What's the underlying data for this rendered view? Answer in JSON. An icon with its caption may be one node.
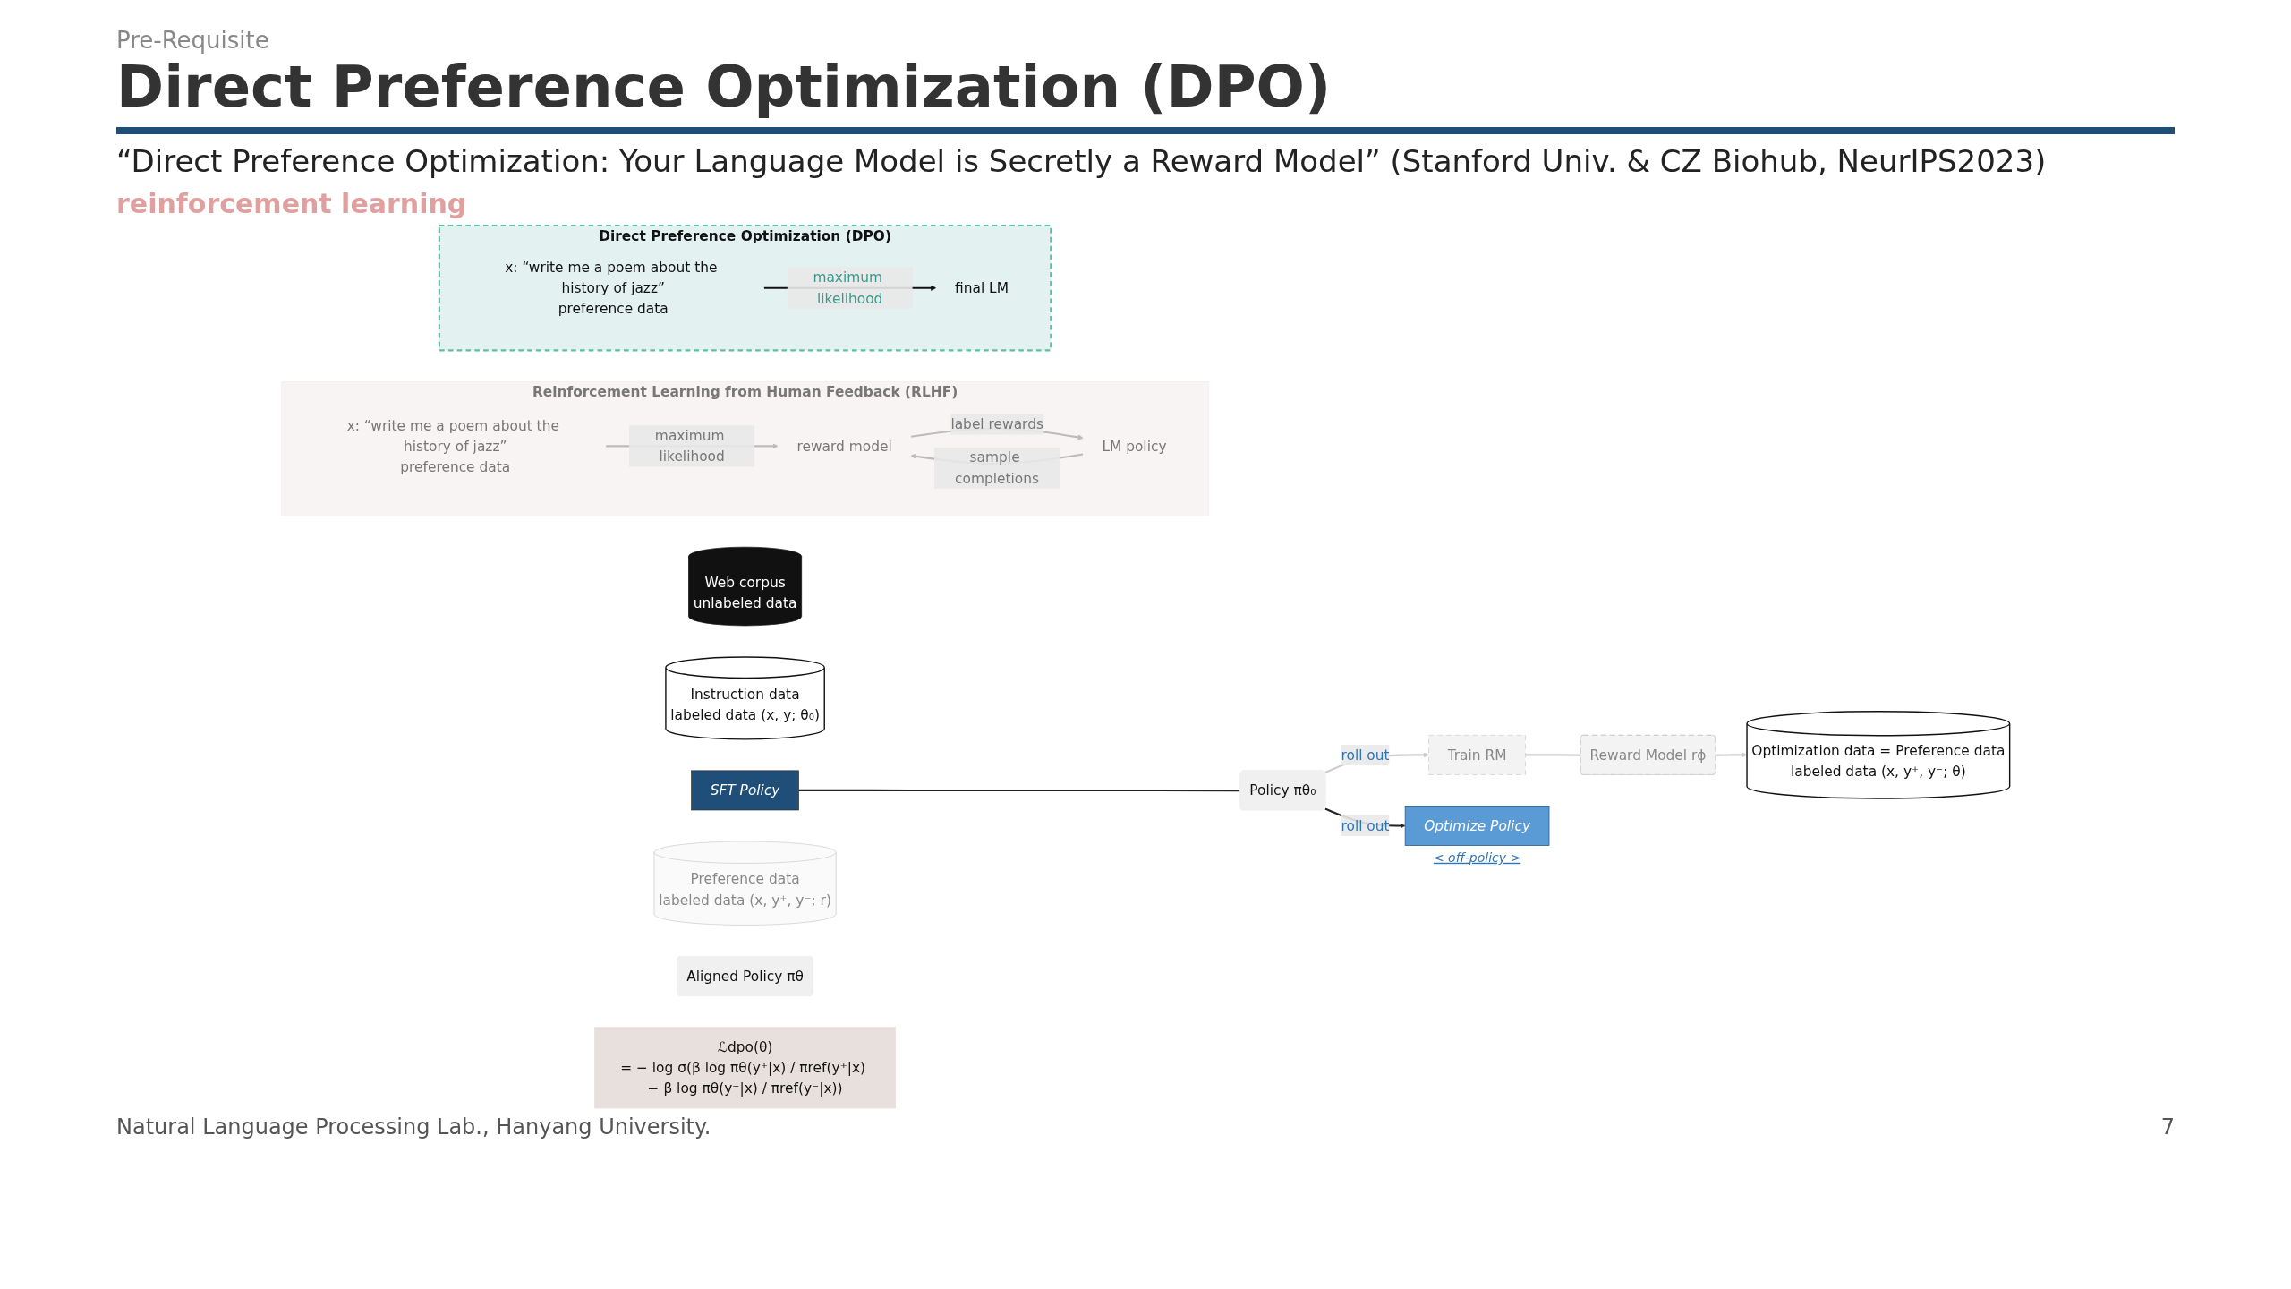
{
  "diagram": {
    "title": "Direct Preference Optimization (DPO)",
    "nodes": [
      {
        "text": [
          "Reinforcement Learning from Human Feedback (RLHF)"
        ]
      },
      {
        "text": [
          "x: “write me a poem about the history of jazz”",
          "preference data"
        ],
        "in": 0
      },
      {
        "text": [
          "reward model"
        ],
        "in": 0
      },
      {
        "text": [
          "LM policy"
        ],
        "in": 0
      },
      {
        "text": [
          "Direct Preference Optimization (DPO)"
        ]
      },
      {
        "text": [
          "x: “write me a poem about the history of jazz”",
          "preference data"
        ],
        "in": 4
      },
      {
        "text": [
          "final LM"
        ],
        "in": 4
      },
      {
        "text": [
          "Web corpus",
          "unlabeled data"
        ]
      },
      {
        "text": [
          "Instruction data",
          "labeled data (x, y; θ₀)"
        ]
      },
      {
        "text": [
          "SFT Policy"
        ]
      },
      {
        "text": [
          "Policy πθ₀"
        ]
      },
      {
        "text": [
          "Preference data",
          "labeled data (x, y⁺, y⁻; r)"
        ]
      },
      {
        "text": [
          "Train RM"
        ]
      },
      {
        "text": [
          "Reward Model rϕ"
        ]
      },
      {
        "text": [
          "Optimization data = Preference data",
          "labeled data (x, y⁺, y⁻; θ)"
        ]
      },
      {
        "text": [
          "Optimize Policy"
        ],
        "beside": [
          "< off-policy >"
        ]
      },
      {
        "text": [
          "Aligned Policy πθ"
        ]
      },
      {
        "text": [
          "ℒdpo(θ)",
          "= − log σ(β log πθ(y⁺|x) / πref(y⁺|x) − β log πθ(y⁻|x) / πref(y⁻|x))"
        ]
      }
    ],
    "edges": [
      {
        "from": 1,
        "to": 2,
        "arrow": "to",
        "label": "maximum likelihood",
        "color": "#bbbbbb"
      },
      {
        "from": 2,
        "to": 3,
        "arrow": "to",
        "label": "label rewards",
        "color": "#bbbbbb"
      },
      {
        "from": 3,
        "to": 2,
        "arrow": "to",
        "label": "sample completions",
        "color": "#bbbbbb"
      },
      {
        "from": 5,
        "to": 6,
        "arrow": "to",
        "label": "maximum likelihood",
        "color": "#111111"
      },
      {
        "from": 9,
        "to": 10,
        "arrow": "none",
        "color": "#222222"
      },
      {
        "from": 10,
        "to": 12,
        "arrow": "to",
        "label": "roll out",
        "color": "#cccccc"
      },
      {
        "from": 12,
        "to": 13,
        "arrow": "none",
        "color": "#cccccc"
      },
      {
        "from": 13,
        "to": 14,
        "arrow": "to",
        "color": "#cccccc"
      },
      {
        "from": 10,
        "to": 15,
        "arrow": "to",
        "label": "roll out",
        "color": "#222222"
      }
    ],
    "labels": [
      "Pre-Requisite",
      "“Direct Preference Optimization: Your Language Model is Secretly a Reward Model” (Stanford Univ. & CZ Biohub, NeurIPS2023)",
      "reinforcement learning",
      "Natural Language Processing Lab., Hanyang University.",
      "7"
    ]
  }
}
